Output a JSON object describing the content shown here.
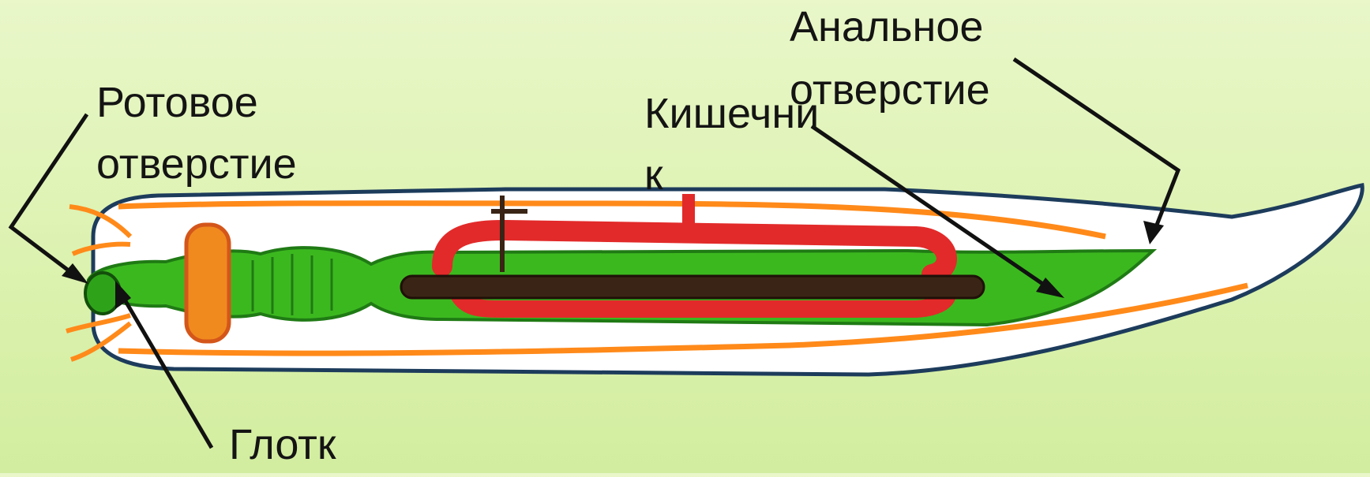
{
  "diagram": {
    "labels": {
      "mouth": [
        "Ротовое",
        "отверстие"
      ],
      "anal": [
        "Анальное",
        "отверстие"
      ],
      "intestine": [
        "Кишечни",
        "к"
      ],
      "pharynx": [
        "Глотк"
      ]
    },
    "colors": {
      "background": "#dcf2b0",
      "body_fill": "#ffffff",
      "body_outline": "#1d3c5c",
      "gut": "#3cb81f",
      "gut_dark": "#1f7a14",
      "nerve": "#ff8a1a",
      "nerve_ring": "#f08a1f",
      "excretory": "#e22a2a",
      "dorsal_cord": "#3a2415",
      "pointer": "#111111"
    }
  }
}
